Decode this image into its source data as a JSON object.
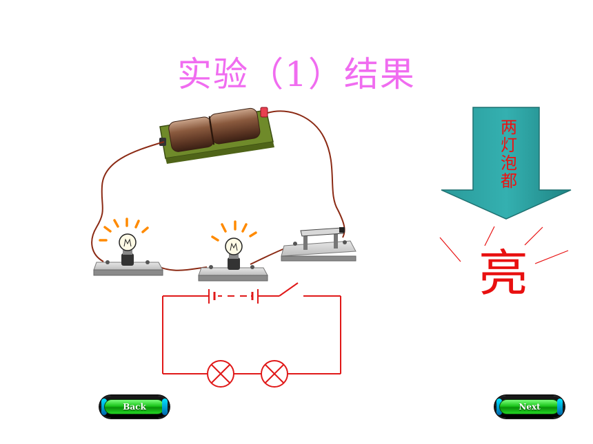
{
  "slide": {
    "title": "实验（1）结果",
    "arrow_text": [
      "两",
      "灯",
      "泡",
      "都"
    ],
    "result": "亮"
  },
  "nav": {
    "back_label": "Back",
    "next_label": "Next"
  },
  "colors": {
    "title": "#f06cf0",
    "arrow_fill": "#2a9c9c",
    "arrow_text": "#ee1111",
    "result": "#e81010",
    "schematic": "#e01818",
    "wire": "#8b2a14",
    "glow": "#ff8a00"
  }
}
